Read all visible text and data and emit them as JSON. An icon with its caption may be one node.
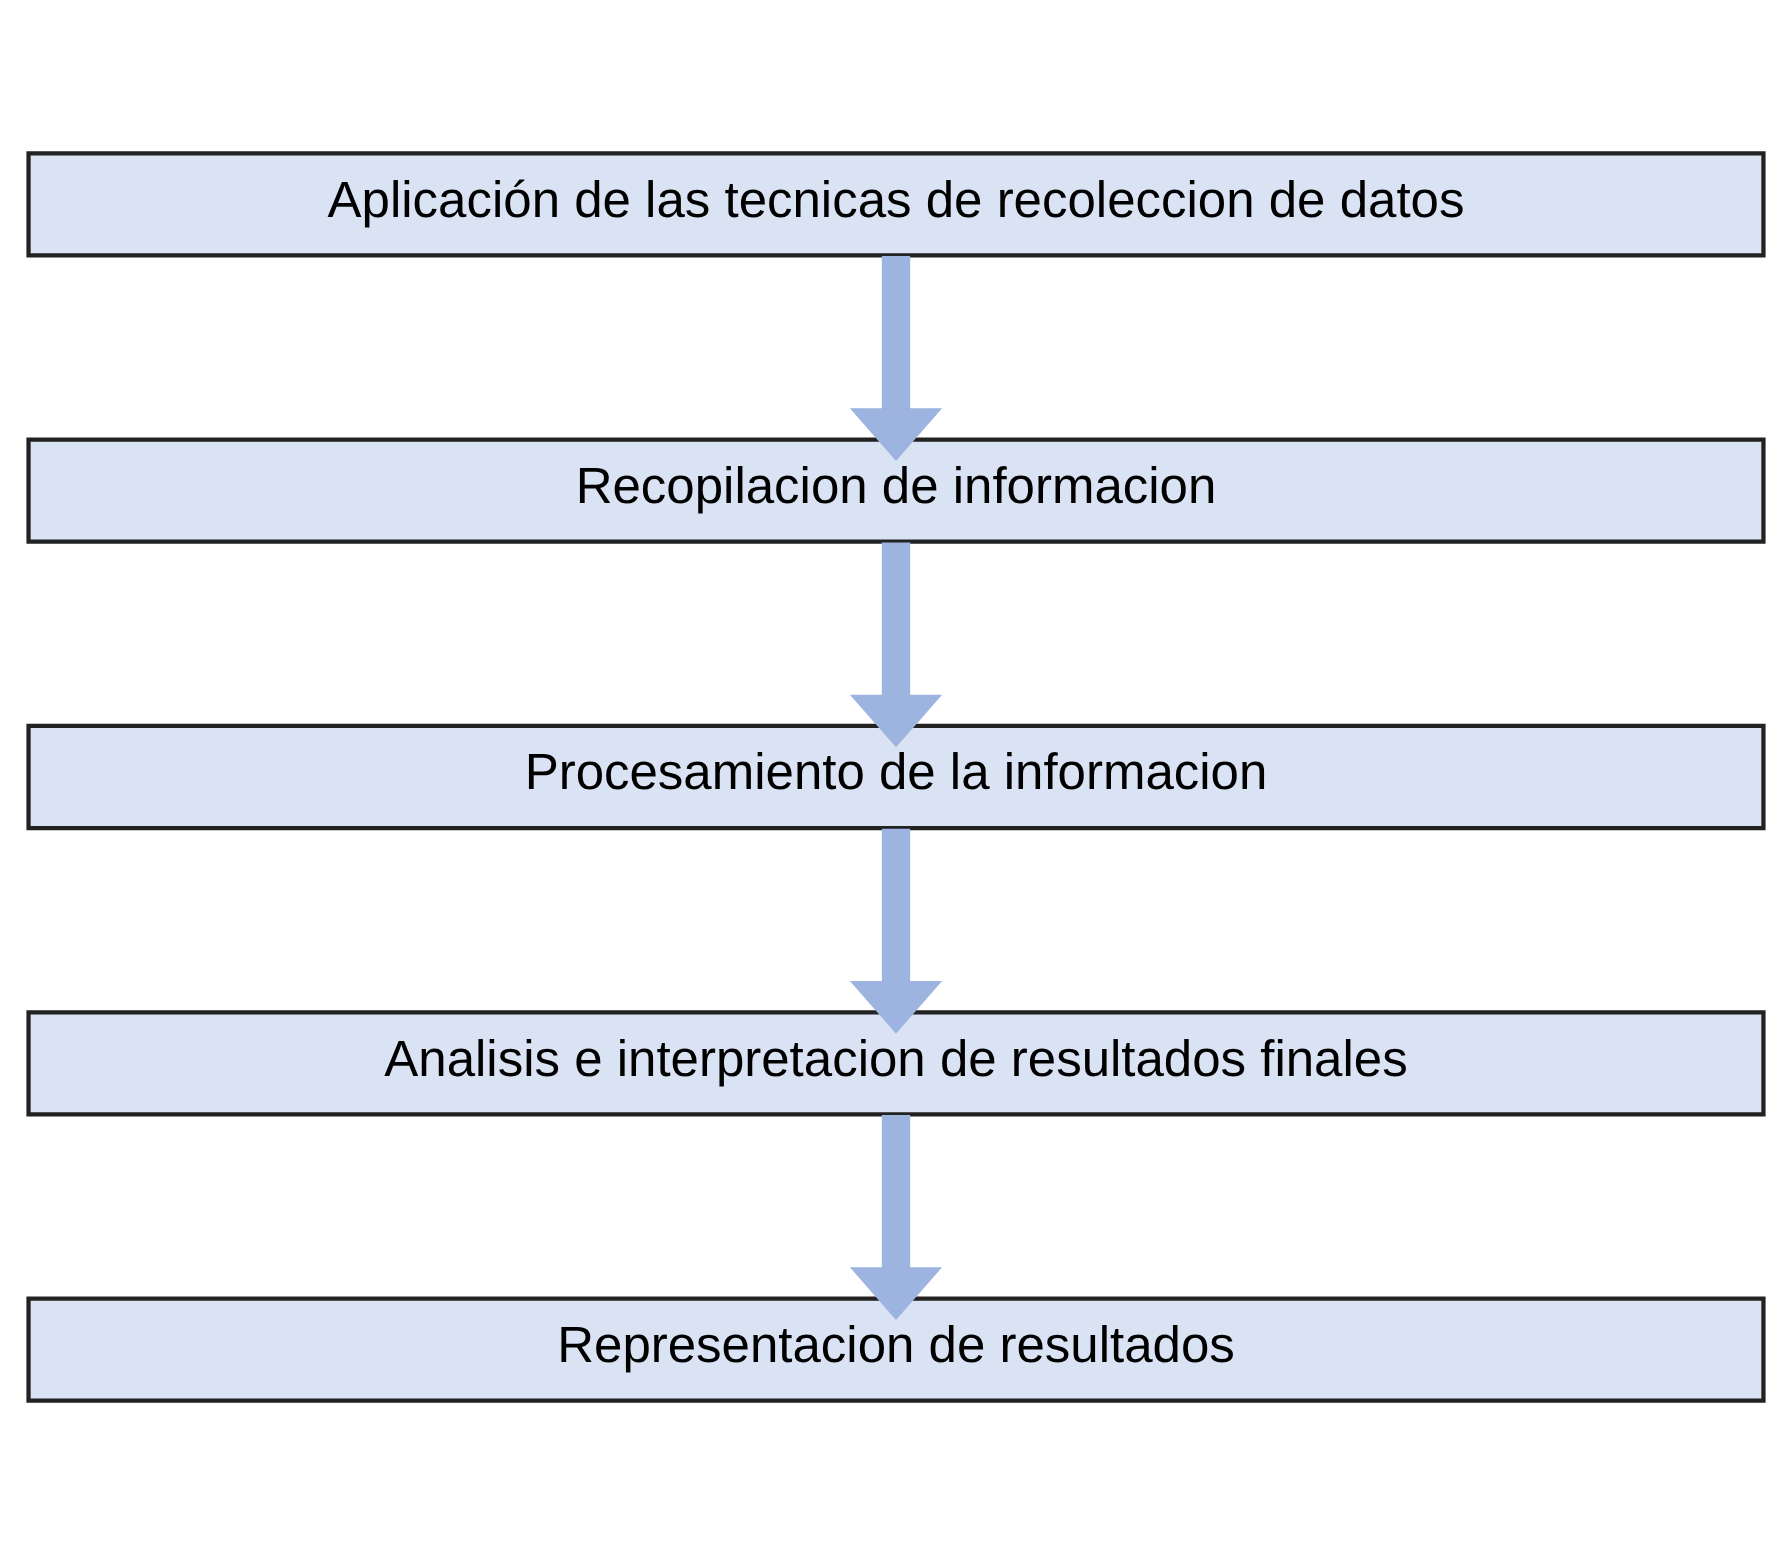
{
  "diagram": {
    "nodes": [
      {
        "text": [
          "Aplicación de las tecnicas de recoleccion de datos"
        ]
      },
      {
        "text": [
          "Recopilacion de informacion"
        ]
      },
      {
        "text": [
          "Procesamiento de la informacion"
        ]
      },
      {
        "text": [
          "Analisis e interpretacion de resultados finales"
        ]
      },
      {
        "text": [
          "Representacion de resultados"
        ]
      }
    ],
    "edges": [
      {
        "from": 0,
        "to": 1,
        "arrow": "to"
      },
      {
        "from": 1,
        "to": 2,
        "arrow": "to"
      },
      {
        "from": 2,
        "to": 3,
        "arrow": "to"
      },
      {
        "from": 3,
        "to": 4,
        "arrow": "to"
      }
    ]
  }
}
